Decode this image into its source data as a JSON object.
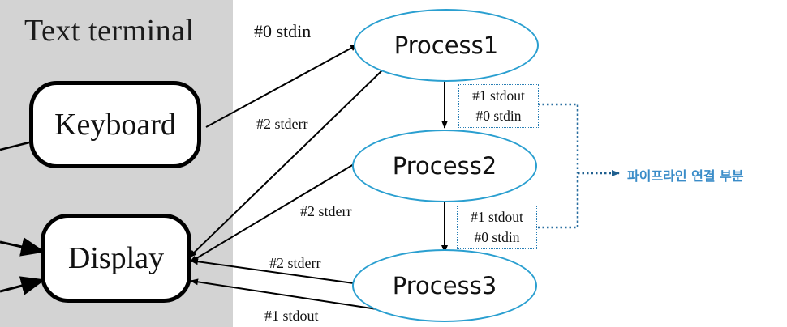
{
  "terminal": {
    "title": "Text terminal",
    "keyboard_label": "Keyboard",
    "display_label": "Display"
  },
  "processes": [
    "Process1",
    "Process2",
    "Process3"
  ],
  "stream_labels": {
    "p1_stdin": "#0 stdin",
    "p1_stderr": "#2 stderr",
    "p2_stderr": "#2 stderr",
    "p3_stderr": "#2 stderr",
    "p3_stdout": "#1 stdout"
  },
  "pipes": [
    {
      "out": "#1 stdout",
      "in": "#0 stdin"
    },
    {
      "out": "#1 stdout",
      "in": "#0 stdin"
    }
  ],
  "pipeline_note": "파이프라인 연결 부분",
  "colors": {
    "terminal_bg": "#d3d3d3",
    "process_border": "#2a9fd0",
    "pipe_border": "#2a7fb5",
    "note_text": "#3a8cc8"
  }
}
